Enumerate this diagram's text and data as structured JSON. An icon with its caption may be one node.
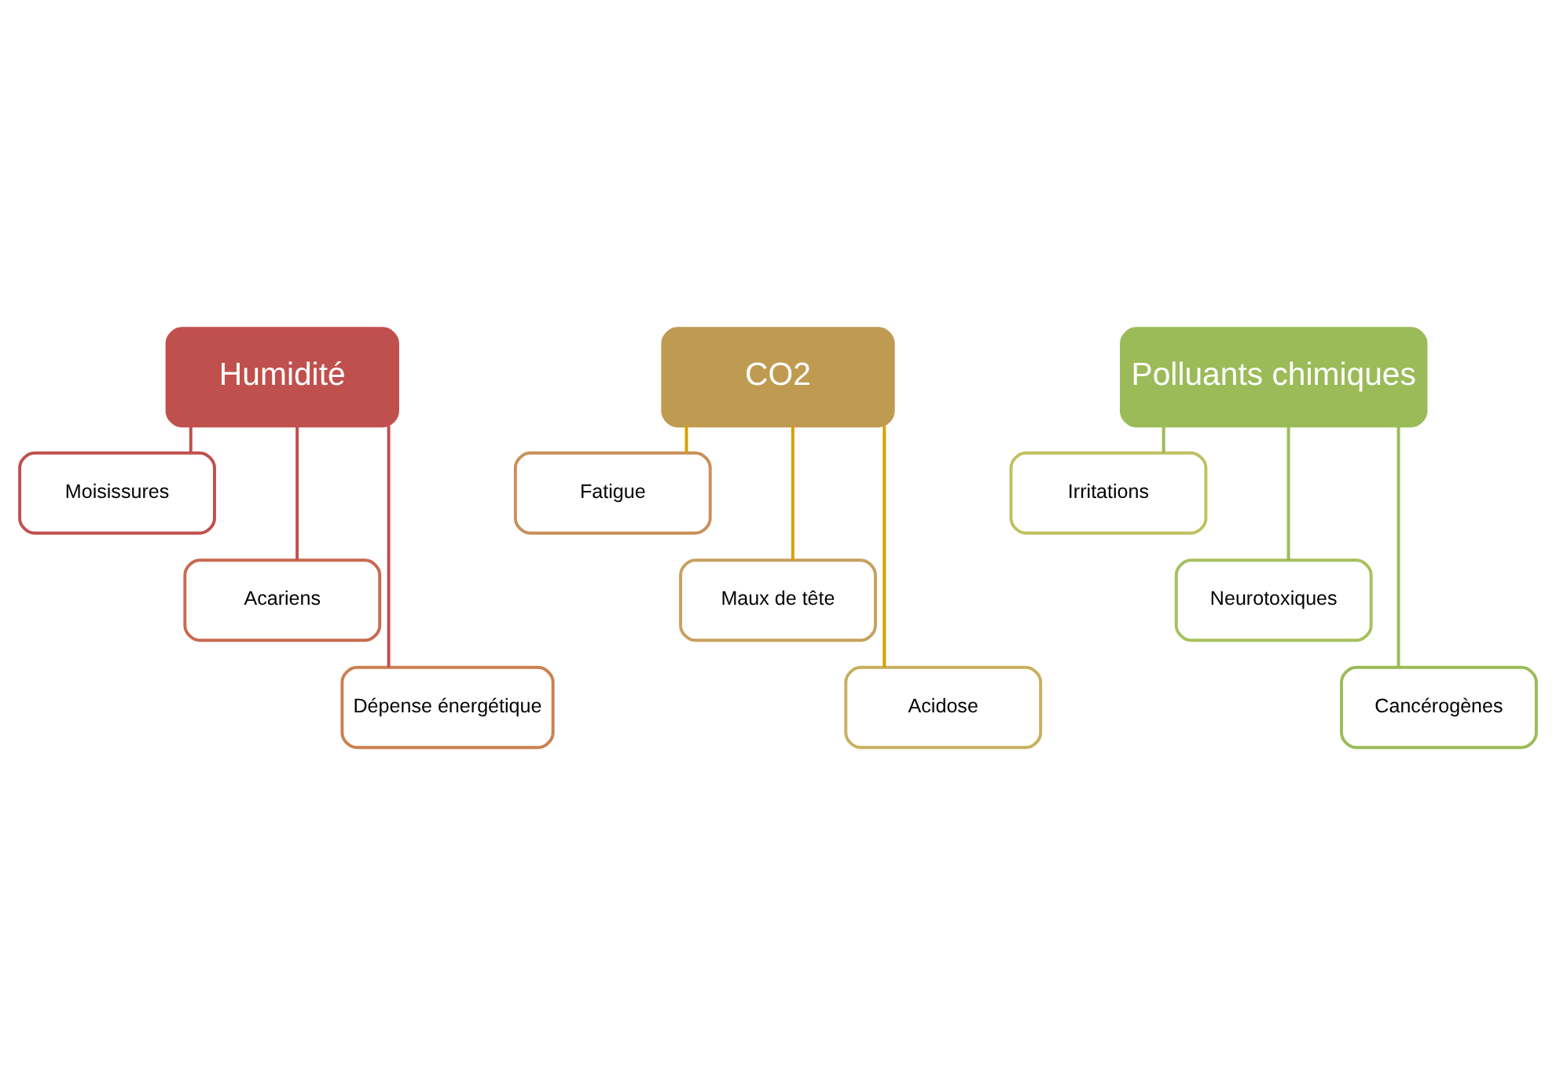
{
  "diagram": {
    "nodes": [
      {
        "text": [
          "Humidité"
        ]
      },
      {
        "text": [
          "Moisissures"
        ]
      },
      {
        "text": [
          "Acariens"
        ]
      },
      {
        "text": [
          "Dépense énergétique"
        ]
      },
      {
        "text": [
          "CO2"
        ]
      },
      {
        "text": [
          "Fatigue"
        ]
      },
      {
        "text": [
          "Maux de tête"
        ]
      },
      {
        "text": [
          "Acidose"
        ]
      },
      {
        "text": [
          "Polluants chimiques"
        ]
      },
      {
        "text": [
          "Irritations"
        ]
      },
      {
        "text": [
          "Neurotoxiques"
        ]
      },
      {
        "text": [
          "Cancérogènes"
        ]
      }
    ],
    "edges": [
      {
        "from": 0,
        "to": 1,
        "arrow": "none",
        "color": "#c0504d"
      },
      {
        "from": 0,
        "to": 2,
        "arrow": "none",
        "color": "#c0504d"
      },
      {
        "from": 0,
        "to": 3,
        "arrow": "none",
        "color": "#c0504d"
      },
      {
        "from": 4,
        "to": 5,
        "arrow": "none",
        "color": "#d6a000"
      },
      {
        "from": 4,
        "to": 6,
        "arrow": "none",
        "color": "#d6a000"
      },
      {
        "from": 4,
        "to": 7,
        "arrow": "none",
        "color": "#d6a000"
      },
      {
        "from": 8,
        "to": 9,
        "arrow": "none",
        "color": "#9bbb59"
      },
      {
        "from": 8,
        "to": 10,
        "arrow": "none",
        "color": "#9bbb59"
      },
      {
        "from": 8,
        "to": 11,
        "arrow": "none",
        "color": "#9bbb59"
      }
    ]
  }
}
